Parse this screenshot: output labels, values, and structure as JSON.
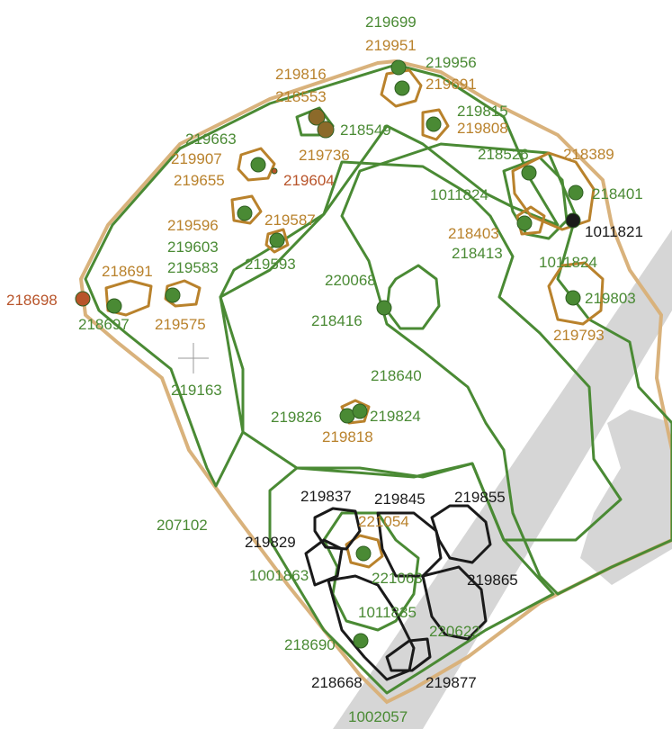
{
  "colors": {
    "green": "#4a8a34",
    "orange": "#b9822c",
    "red": "#b8542a",
    "black": "#1a1a1a",
    "tan": "#d9b27c",
    "road": "#d4d4d4"
  },
  "labels": {
    "l219699": "219699",
    "l219951": "219951",
    "l219956": "219956",
    "l219816": "219816",
    "l219691": "219691",
    "l218553": "218553",
    "l219815": "219815",
    "l219808": "219808",
    "l218549": "218549",
    "l219663": "219663",
    "l219736": "219736",
    "l218526": "218526",
    "l218389": "218389",
    "l219907": "219907",
    "l219655": "219655",
    "l219604": "219604",
    "l1011824a": "1011824",
    "l218401": "218401",
    "l219596": "219596",
    "l219587": "219587",
    "l218403": "218403",
    "l1011821": "1011821",
    "l219603": "219603",
    "l218413": "218413",
    "l218691": "218691",
    "l219583": "219583",
    "l219593": "219593",
    "l1011824b": "1011824",
    "l218698": "218698",
    "l220068": "220068",
    "l219803": "219803",
    "l218697": "218697",
    "l219575": "219575",
    "l218416": "218416",
    "l219793": "219793",
    "l218640": "218640",
    "l219163": "219163",
    "l219826": "219826",
    "l219824": "219824",
    "l219818": "219818",
    "l219837": "219837",
    "l219845": "219845",
    "l219855": "219855",
    "l207102": "207102",
    "l221054": "221054",
    "l219829": "219829",
    "l1001863": "1001863",
    "l221063": "221063",
    "l219865": "219865",
    "l1011835": "1011835",
    "l220622": "220622",
    "l218690": "218690",
    "l218668": "218668",
    "l219877": "219877",
    "l1002057": "1002057"
  }
}
